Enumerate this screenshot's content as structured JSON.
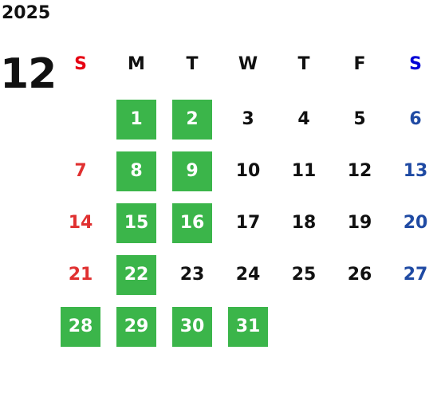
{
  "calendar": {
    "year": "2025",
    "month": "12",
    "weekdays": [
      {
        "label": "S",
        "color": "#e60012"
      },
      {
        "label": "M",
        "color": "#111111"
      },
      {
        "label": "T",
        "color": "#111111"
      },
      {
        "label": "W",
        "color": "#111111"
      },
      {
        "label": "T",
        "color": "#111111"
      },
      {
        "label": "F",
        "color": "#111111"
      },
      {
        "label": "S",
        "color": "#0000d6"
      }
    ],
    "first_weekday_index": 1,
    "day_count": 31,
    "highlighted_days": [
      "1",
      "2",
      "8",
      "9",
      "15",
      "16",
      "22",
      "28",
      "29",
      "30",
      "31"
    ],
    "colors": {
      "sunday": "#e03030",
      "saturday": "#1f4aa3",
      "weekday": "#111111",
      "highlight_bg": "#3bb54a",
      "highlight_text": "#ffffff"
    }
  }
}
